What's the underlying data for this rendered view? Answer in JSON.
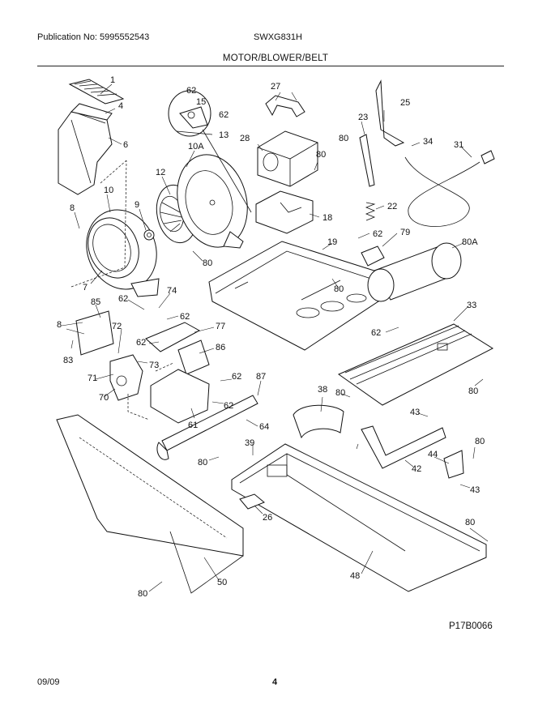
{
  "header": {
    "publication": "Publication No: 5995552543",
    "model": "SWXG831H",
    "title": "MOTOR/BLOWER/BELT"
  },
  "callouts": [
    "1",
    "4",
    "6",
    "10",
    "10A",
    "12",
    "62",
    "15",
    "62",
    "13",
    "27",
    "28",
    "80",
    "25",
    "23",
    "80",
    "34",
    "31",
    "22",
    "18",
    "19",
    "62",
    "79",
    "80A",
    "8",
    "9",
    "80",
    "7",
    "80",
    "74",
    "62",
    "62",
    "85",
    "8",
    "72",
    "62",
    "77",
    "73",
    "86",
    "33",
    "62",
    "83",
    "71",
    "70",
    "62",
    "87",
    "61",
    "64",
    "62",
    "38",
    "80",
    "80",
    "43",
    "39",
    "80",
    "42",
    "44",
    "80",
    "43",
    "26",
    "50",
    "80",
    "48",
    "80"
  ],
  "footer": {
    "diagram_code": "P17B0066",
    "date": "09/09",
    "page": "4"
  }
}
